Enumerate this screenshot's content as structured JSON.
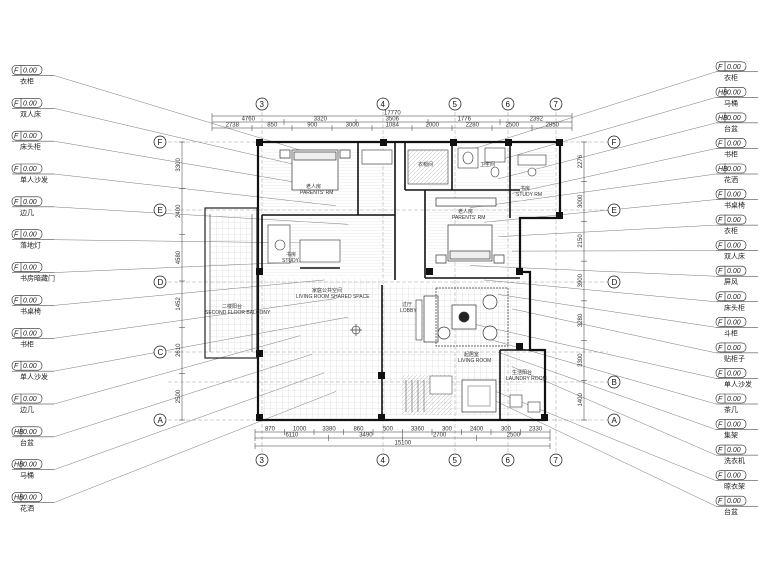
{
  "left_tags": [
    {
      "code": "F",
      "value": "0.00",
      "label": "衣柜"
    },
    {
      "code": "F",
      "value": "0.00",
      "label": "双人床"
    },
    {
      "code": "F",
      "value": "0.00",
      "label": "床头柜"
    },
    {
      "code": "F",
      "value": "0.00",
      "label": "单人沙发"
    },
    {
      "code": "F",
      "value": "0.00",
      "label": "边几"
    },
    {
      "code": "F",
      "value": "0.00",
      "label": "落地灯"
    },
    {
      "code": "F",
      "value": "0.00",
      "label": "书房暗藏门"
    },
    {
      "code": "F",
      "value": "0.00",
      "label": "书桌椅"
    },
    {
      "code": "F",
      "value": "0.00",
      "label": "书柜"
    },
    {
      "code": "F",
      "value": "0.00",
      "label": "单人沙发"
    },
    {
      "code": "F",
      "value": "0.00",
      "label": "边几"
    },
    {
      "code": "HB",
      "value": "0.00",
      "label": "台盆"
    },
    {
      "code": "HB",
      "value": "0.00",
      "label": "马桶"
    },
    {
      "code": "HB",
      "value": "0.00",
      "label": "花洒"
    }
  ],
  "right_tags": [
    {
      "code": "F",
      "value": "0.00",
      "label": "衣柜"
    },
    {
      "code": "HB",
      "value": "0.00",
      "label": "马桶"
    },
    {
      "code": "HB",
      "value": "0.00",
      "label": "台盆"
    },
    {
      "code": "F",
      "value": "0.00",
      "label": "书柜"
    },
    {
      "code": "HB",
      "value": "0.00",
      "label": "花洒"
    },
    {
      "code": "F",
      "value": "0.00",
      "label": "书桌椅"
    },
    {
      "code": "F",
      "value": "0.00",
      "label": "衣柜"
    },
    {
      "code": "F",
      "value": "0.00",
      "label": "双人床"
    },
    {
      "code": "F",
      "value": "0.00",
      "label": "屏风"
    },
    {
      "code": "F",
      "value": "0.00",
      "label": "床头柜"
    },
    {
      "code": "F",
      "value": "0.00",
      "label": "斗柜"
    },
    {
      "code": "F",
      "value": "0.00",
      "label": "贴柜子"
    },
    {
      "code": "F",
      "value": "0.00",
      "label": "单人沙发"
    },
    {
      "code": "F",
      "value": "0.00",
      "label": "茶几"
    },
    {
      "code": "F",
      "value": "0.00",
      "label": "集架"
    },
    {
      "code": "F",
      "value": "0.00",
      "label": "洗衣机"
    },
    {
      "code": "F",
      "value": "0.00",
      "label": "晾衣架"
    },
    {
      "code": "F",
      "value": "0.00",
      "label": "台盆"
    }
  ],
  "grid_cols": [
    "3",
    "4",
    "5",
    "6",
    "7"
  ],
  "grid_rows": [
    "F",
    "E",
    "D",
    "C",
    "B",
    "A"
  ],
  "top_dims": {
    "overall": "17770",
    "row2": [
      "4760",
      "3320",
      "3506",
      "1776",
      "2392"
    ],
    "row3": [
      "2738",
      "850",
      "900",
      "3000",
      "1084",
      "2000",
      "2280",
      "2500",
      "2850"
    ]
  },
  "bottom_dims": {
    "row1": [
      "870",
      "1000",
      "3380",
      "860",
      "500",
      "3360",
      "300",
      "2400",
      "300",
      "2330"
    ],
    "row2": [
      "6110",
      "3490",
      "2700",
      "2500"
    ],
    "overall": "15100"
  },
  "left_dims": [
    "3300",
    "2400",
    "4580",
    "1452",
    "2610",
    "2500"
  ],
  "right_dims": [
    "2276",
    "3000",
    "2150",
    "3900",
    "3280",
    "3300",
    "1400"
  ],
  "rooms": {
    "master": "老人房",
    "master_en": "PARENTS' RM",
    "study": "书房",
    "study_en": "STUDY",
    "shared": "家庭公共空间",
    "shared_en": "LIVING ROOM SHARED SPACE",
    "bed2": "老人房",
    "bed2_en": "PARENTS' RM",
    "studyr": "书房",
    "studyr_en": "STUDY RM",
    "balcony": "二楼阳台",
    "balcony_en": "SECOND FLOOR BALCONY",
    "lobby": "过厅",
    "lobby_en": "LOBBY",
    "living": "起居室",
    "living_en": "LIVING ROOM",
    "laundry": "生活阳台",
    "laundry_en": "LAUNDRY ROOM",
    "closet": "衣帽间",
    "bath": "卫生间"
  }
}
